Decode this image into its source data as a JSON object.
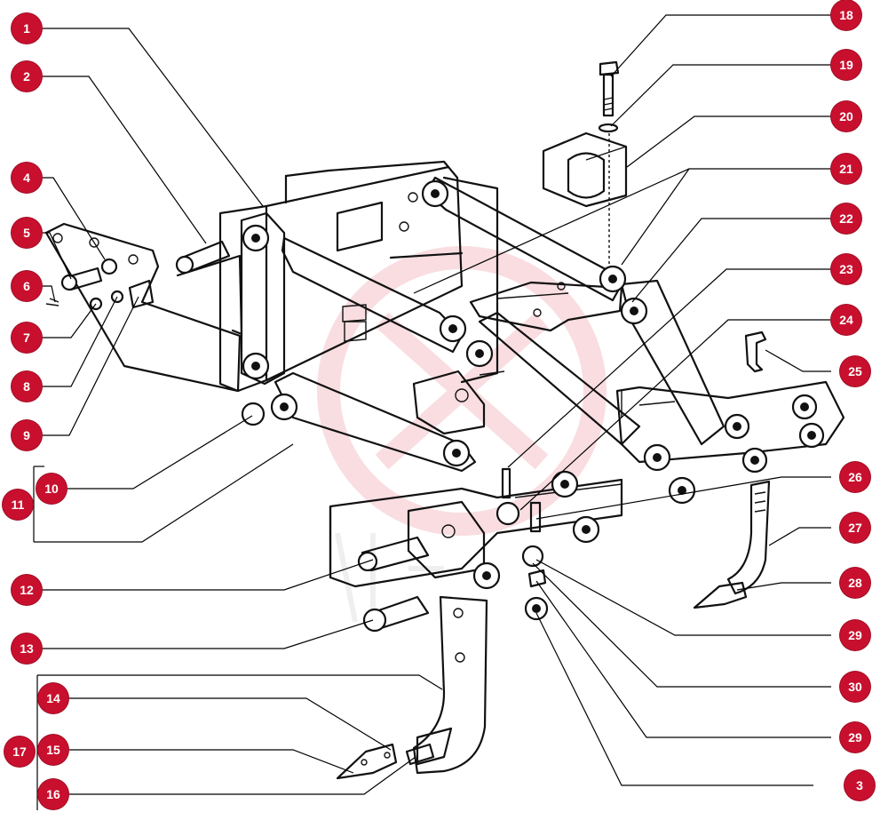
{
  "callouts": [
    "1",
    "2",
    "3",
    "4",
    "5",
    "6",
    "7",
    "8",
    "9",
    "10",
    "11",
    "12",
    "13",
    "14",
    "15",
    "16",
    "17",
    "18",
    "19",
    "20",
    "21",
    "22",
    "23",
    "24",
    "25",
    "26",
    "27",
    "28",
    "29",
    "30",
    "29"
  ],
  "colors": {
    "badge": "#c8102e",
    "ink": "#111111",
    "watermark": "#f2b5bd"
  }
}
